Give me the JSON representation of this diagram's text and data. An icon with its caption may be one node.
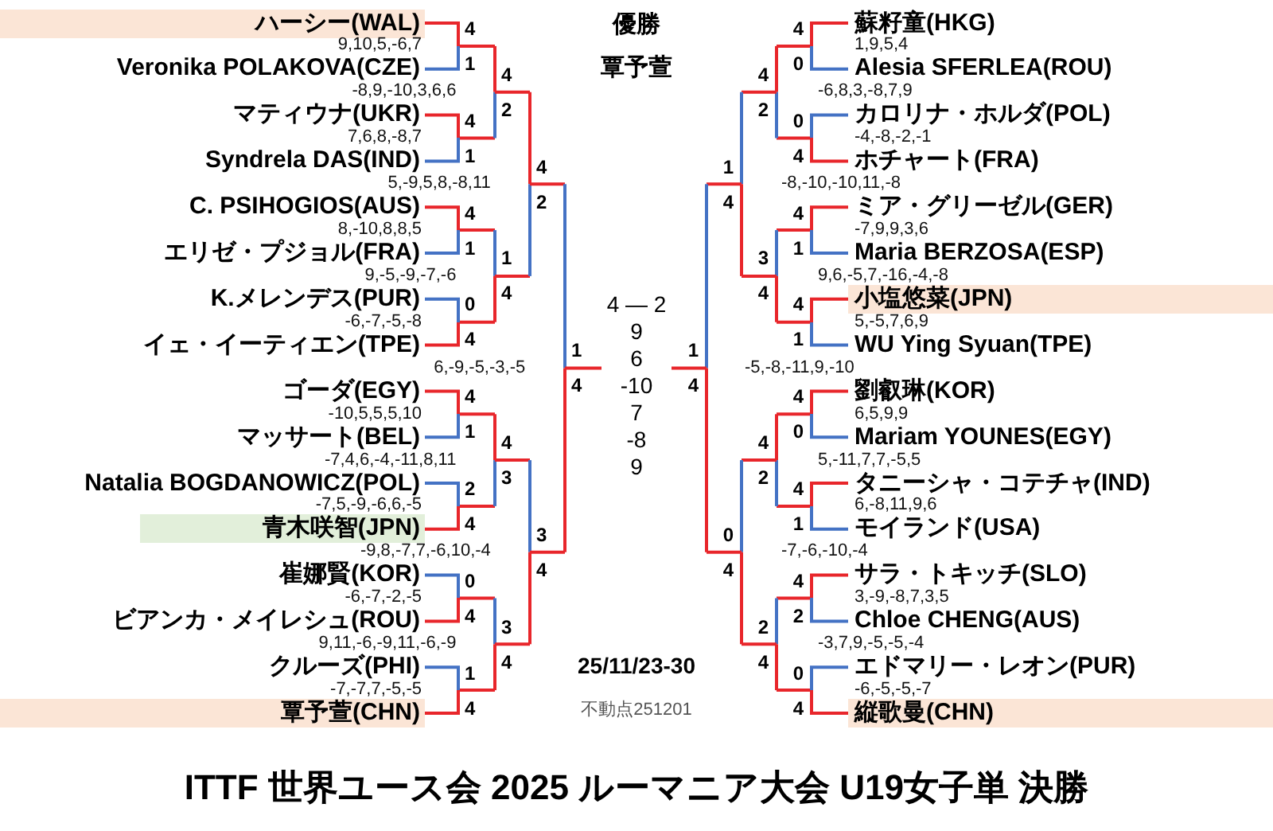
{
  "diagram": {
    "title": "ITTF 世界ユース会 2025 ルーマニア大会 U19女子単 決勝",
    "nodes": [
      {
        "text": [
          "ハーシー(WAL)"
        ]
      },
      {
        "text": [
          "Veronika POLAKOVA(CZE)"
        ]
      },
      {
        "text": [
          "マティウナ(UKR)"
        ]
      },
      {
        "text": [
          "Syndrela DAS(IND)"
        ]
      },
      {
        "text": [
          "C. PSIHOGIOS(AUS)"
        ]
      },
      {
        "text": [
          "エリゼ・プジョル(FRA)"
        ]
      },
      {
        "text": [
          "K.メレンデス(PUR)"
        ]
      },
      {
        "text": [
          "イェ・イーティエン(TPE)"
        ]
      },
      {
        "text": [
          "ゴーダ(EGY)"
        ]
      },
      {
        "text": [
          "マッサート(BEL)"
        ]
      },
      {
        "text": [
          "Natalia BOGDANOWICZ(POL)"
        ]
      },
      {
        "text": [
          "青木咲智(JPN)"
        ]
      },
      {
        "text": [
          "崔娜賢(KOR)"
        ]
      },
      {
        "text": [
          "ビアンカ・メイレシュ(ROU)"
        ]
      },
      {
        "text": [
          "クルーズ(PHI)"
        ]
      },
      {
        "text": [
          "覃予萱(CHN)"
        ]
      },
      {
        "text": [
          "蘇籽童(HKG)"
        ]
      },
      {
        "text": [
          "Alesia SFERLEA(ROU)"
        ]
      },
      {
        "text": [
          "カロリナ・ホルダ(POL)"
        ]
      },
      {
        "text": [
          "ホチャート(FRA)"
        ]
      },
      {
        "text": [
          "ミア・グリーゼル(GER)"
        ]
      },
      {
        "text": [
          "Maria BERZOSA(ESP)"
        ]
      },
      {
        "text": [
          "小塩悠菜(JPN)"
        ]
      },
      {
        "text": [
          "WU Ying Syuan(TPE)"
        ]
      },
      {
        "text": [
          "劉叡琳(KOR)"
        ]
      },
      {
        "text": [
          "Mariam YOUNES(EGY)"
        ]
      },
      {
        "text": [
          "タニーシャ・コテチャ(IND)"
        ]
      },
      {
        "text": [
          "モイランド(USA)"
        ]
      },
      {
        "text": [
          "サラ・トキッチ(SLO)"
        ]
      },
      {
        "text": [
          "Chloe CHENG(AUS)"
        ]
      },
      {
        "text": [
          "エドマリー・レオン(PUR)"
        ]
      },
      {
        "text": [
          "縦歌曼(CHN)"
        ]
      }
    ],
    "edges": [
      {
        "from": 0,
        "to": 1,
        "arrow": "none"
      },
      {
        "from": 2,
        "to": 3,
        "arrow": "none"
      },
      {
        "from": 4,
        "to": 5,
        "arrow": "none"
      },
      {
        "from": 6,
        "to": 7,
        "arrow": "none"
      },
      {
        "from": 8,
        "to": 9,
        "arrow": "none"
      },
      {
        "from": 10,
        "to": 11,
        "arrow": "none"
      },
      {
        "from": 12,
        "to": 13,
        "arrow": "none"
      },
      {
        "from": 14,
        "to": 15,
        "arrow": "none"
      },
      {
        "from": 16,
        "to": 17,
        "arrow": "none"
      },
      {
        "from": 18,
        "to": 19,
        "arrow": "none"
      },
      {
        "from": 20,
        "to": 21,
        "arrow": "none"
      },
      {
        "from": 22,
        "to": 23,
        "arrow": "none"
      },
      {
        "from": 24,
        "to": 25,
        "arrow": "none"
      },
      {
        "from": 26,
        "to": 27,
        "arrow": "none"
      },
      {
        "from": 28,
        "to": 29,
        "arrow": "none"
      },
      {
        "from": 30,
        "to": 31,
        "arrow": "none"
      }
    ],
    "labels": [
      "優勝",
      "覃予萱",
      "9,10,5,-6,7",
      "-8,9,-10,3,6,6",
      "7,6,8,-8,7",
      "5,-9,5,8,-8,11",
      "8,-10,8,8,5",
      "9,-5,-9,-7,-6",
      "-6,-7,-5,-8",
      "6,-9,-5,-3,-5",
      "-10,5,5,5,10",
      "-7,4,6,-4,-11,8,11",
      "-7,5,-9,-6,6,-5",
      "-9,8,-7,7,-6,10,-4",
      "-6,-7,-2,-5",
      "9,11,-6,-9,11,-6,-9",
      "-7,-7,7,-5,-5",
      "1,9,5,4",
      "-6,8,3,-8,7,9",
      "-4,-8,-2,-1",
      "-8,-10,-10,11,-8",
      "-7,9,9,3,6",
      "9,6,-5,7,-16,-4,-8",
      "5,-5,7,6,9",
      "-5,-8,-11,9,-10",
      "6,5,9,9",
      "5,-11,7,7,-5,5",
      "6,-8,11,9,6",
      "-7,-6,-10,-4",
      "3,-9,-8,7,3,5",
      "-3,7,9,-5,-5,-4",
      "-6,-5,-5,-7",
      "4",
      "1",
      "4",
      "1",
      "4",
      "1",
      "0",
      "4",
      "4",
      "1",
      "2",
      "4",
      "0",
      "4",
      "1",
      "4",
      "4",
      "2",
      "1",
      "4",
      "4",
      "3",
      "3",
      "4",
      "4",
      "2",
      "3",
      "4",
      "1",
      "4",
      "4",
      "0",
      "0",
      "4",
      "4",
      "1",
      "4",
      "1",
      "4",
      "0",
      "4",
      "1",
      "4",
      "2",
      "0",
      "4",
      "4",
      "2",
      "3",
      "4",
      "4",
      "2",
      "2",
      "4",
      "1",
      "4",
      "0",
      "4",
      "1",
      "4",
      "4 — 2",
      "9",
      "6",
      "-10",
      "7",
      "-8",
      "9",
      "25/11/23-30",
      "不動点251201"
    ]
  }
}
